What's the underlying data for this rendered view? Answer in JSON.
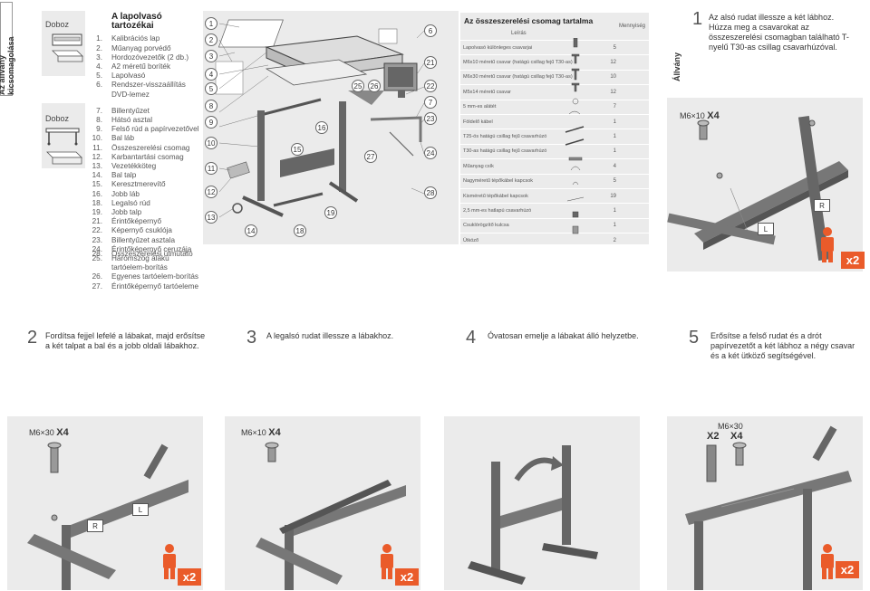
{
  "sidebar_tab": "Az állvány kicsomagolása",
  "doboz_labels": [
    "Doboz",
    "Doboz"
  ],
  "parts": {
    "title": "A lapolvasó tartozékai",
    "group1": [
      {
        "n": "1.",
        "t": "Kalibrációs lap"
      },
      {
        "n": "2.",
        "t": "Műanyag porvédő"
      },
      {
        "n": "3.",
        "t": "Hordozóvezetők (2 db.)"
      },
      {
        "n": "4.",
        "t": "A2 méretű boríték"
      },
      {
        "n": "5.",
        "t": "Lapolvasó"
      },
      {
        "n": "6.",
        "t": "Rendszer-visszaállítás"
      },
      {
        "n": "",
        "t": "DVD-lemez"
      }
    ],
    "group2": [
      {
        "n": "7.",
        "t": "Billentyűzet"
      },
      {
        "n": "8.",
        "t": "Hátsó asztal"
      },
      {
        "n": "9.",
        "t": "Felső rúd a papírvezetővel"
      },
      {
        "n": "10.",
        "t": "Bal láb"
      },
      {
        "n": "11.",
        "t": "Összeszerelési csomag"
      },
      {
        "n": "12.",
        "t": "Karbantartási csomag"
      },
      {
        "n": "13.",
        "t": "Vezetékköteg"
      },
      {
        "n": "14.",
        "t": "Bal talp"
      },
      {
        "n": "15.",
        "t": "Keresztmerevítő"
      },
      {
        "n": "16.",
        "t": "Jobb láb"
      },
      {
        "n": "18.",
        "t": "Legalsó rúd"
      },
      {
        "n": "19.",
        "t": "Jobb talp"
      },
      {
        "n": "21.",
        "t": "Érintőképernyő"
      },
      {
        "n": "22.",
        "t": "Képernyő csuklója"
      },
      {
        "n": "23.",
        "t": "Billentyűzet asztala"
      },
      {
        "n": "24.",
        "t": "Érintőképernyő ceruzája"
      },
      {
        "n": "25.",
        "t": "Háromszög alakú"
      },
      {
        "n": "",
        "t": "tartóelem-borítás"
      },
      {
        "n": "26.",
        "t": "Egyenes tartóelem-borítás"
      },
      {
        "n": "27.",
        "t": "Érintőképernyő tartóeleme"
      }
    ],
    "last": {
      "n": "28.",
      "t": "Összeszerelési útmutató"
    }
  },
  "callouts": [
    "1",
    "2",
    "3",
    "4",
    "5",
    "8",
    "9",
    "10",
    "11",
    "12",
    "13",
    "14",
    "15",
    "16",
    "18",
    "19",
    "25",
    "26",
    "27",
    "6",
    "21",
    "22",
    "7",
    "23",
    "24",
    "28"
  ],
  "contents_table": {
    "title": "Az összeszerelési csomag tartalma",
    "col_desc": "Leírás",
    "col_qty": "Mennyiség",
    "rows": [
      {
        "d": "Lapolvasó különleges csavarjai",
        "q": "5"
      },
      {
        "d": "M6x10 méretű csavar (hatágú csillag fejű T30-as)",
        "q": "12"
      },
      {
        "d": "M6x30 méretű csavar (hatágú csillag fejű T30-as)",
        "q": "10"
      },
      {
        "d": "M5x14 méretű csavar",
        "q": "12"
      },
      {
        "d": "5 mm-es alátét",
        "q": "7"
      },
      {
        "d": "Földelő kábel",
        "q": "1"
      },
      {
        "d": "T25-ös hatágú csillag fejű csavarhúzó",
        "q": "1"
      },
      {
        "d": "T30-as hatágú csillag fejű csavarhúzó",
        "q": "1"
      },
      {
        "d": "Műanyag csík",
        "q": "4"
      },
      {
        "d": "Nagyméretű tépőkábel kapcsok",
        "q": "5"
      },
      {
        "d": "Kisméretű tépőkábel kapcsok",
        "q": "19"
      },
      {
        "d": "2,5 mm-es hatlapú csavarhúzó",
        "q": "1"
      },
      {
        "d": "Csuklórögzítő kulcsa",
        "q": "1"
      },
      {
        "d": "Ütköző",
        "q": "2"
      }
    ]
  },
  "allvany_tab": "Állvány",
  "steps": [
    {
      "num": "1",
      "text": "Az alsó rudat illessze a két lábhoz. Húzza meg a csavarokat az összeszerelési csomagban található T-nyelű T30-as csillag csavarhúzóval."
    },
    {
      "num": "2",
      "text": "Fordítsa fejjel lefelé a lábakat, majd erősítse a két talpat a bal és a jobb oldali lábakhoz."
    },
    {
      "num": "3",
      "text": "A legalsó rudat illessze a lábakhoz."
    },
    {
      "num": "4",
      "text": "Óvatosan emelje a lábakat álló helyzetbe."
    },
    {
      "num": "5",
      "text": "Erősítse a felső rudat és a drót papírvezetőt a két lábhoz a négy csavar és a két ütköző segítségével."
    }
  ],
  "screw_labels": {
    "s1": {
      "size": "M6×10",
      "count": "X4"
    },
    "s2": {
      "size": "M6×30",
      "count": "X4"
    },
    "s3": {
      "size": "M6×10",
      "count": "X4"
    },
    "s5_size": "M6×30",
    "s5_a": "X2",
    "s5_b": "X4"
  },
  "lr": {
    "L": "L",
    "R": "R"
  },
  "x2": "x2",
  "colors": {
    "accent": "#ea5b2a",
    "panel": "#ebebeb"
  }
}
